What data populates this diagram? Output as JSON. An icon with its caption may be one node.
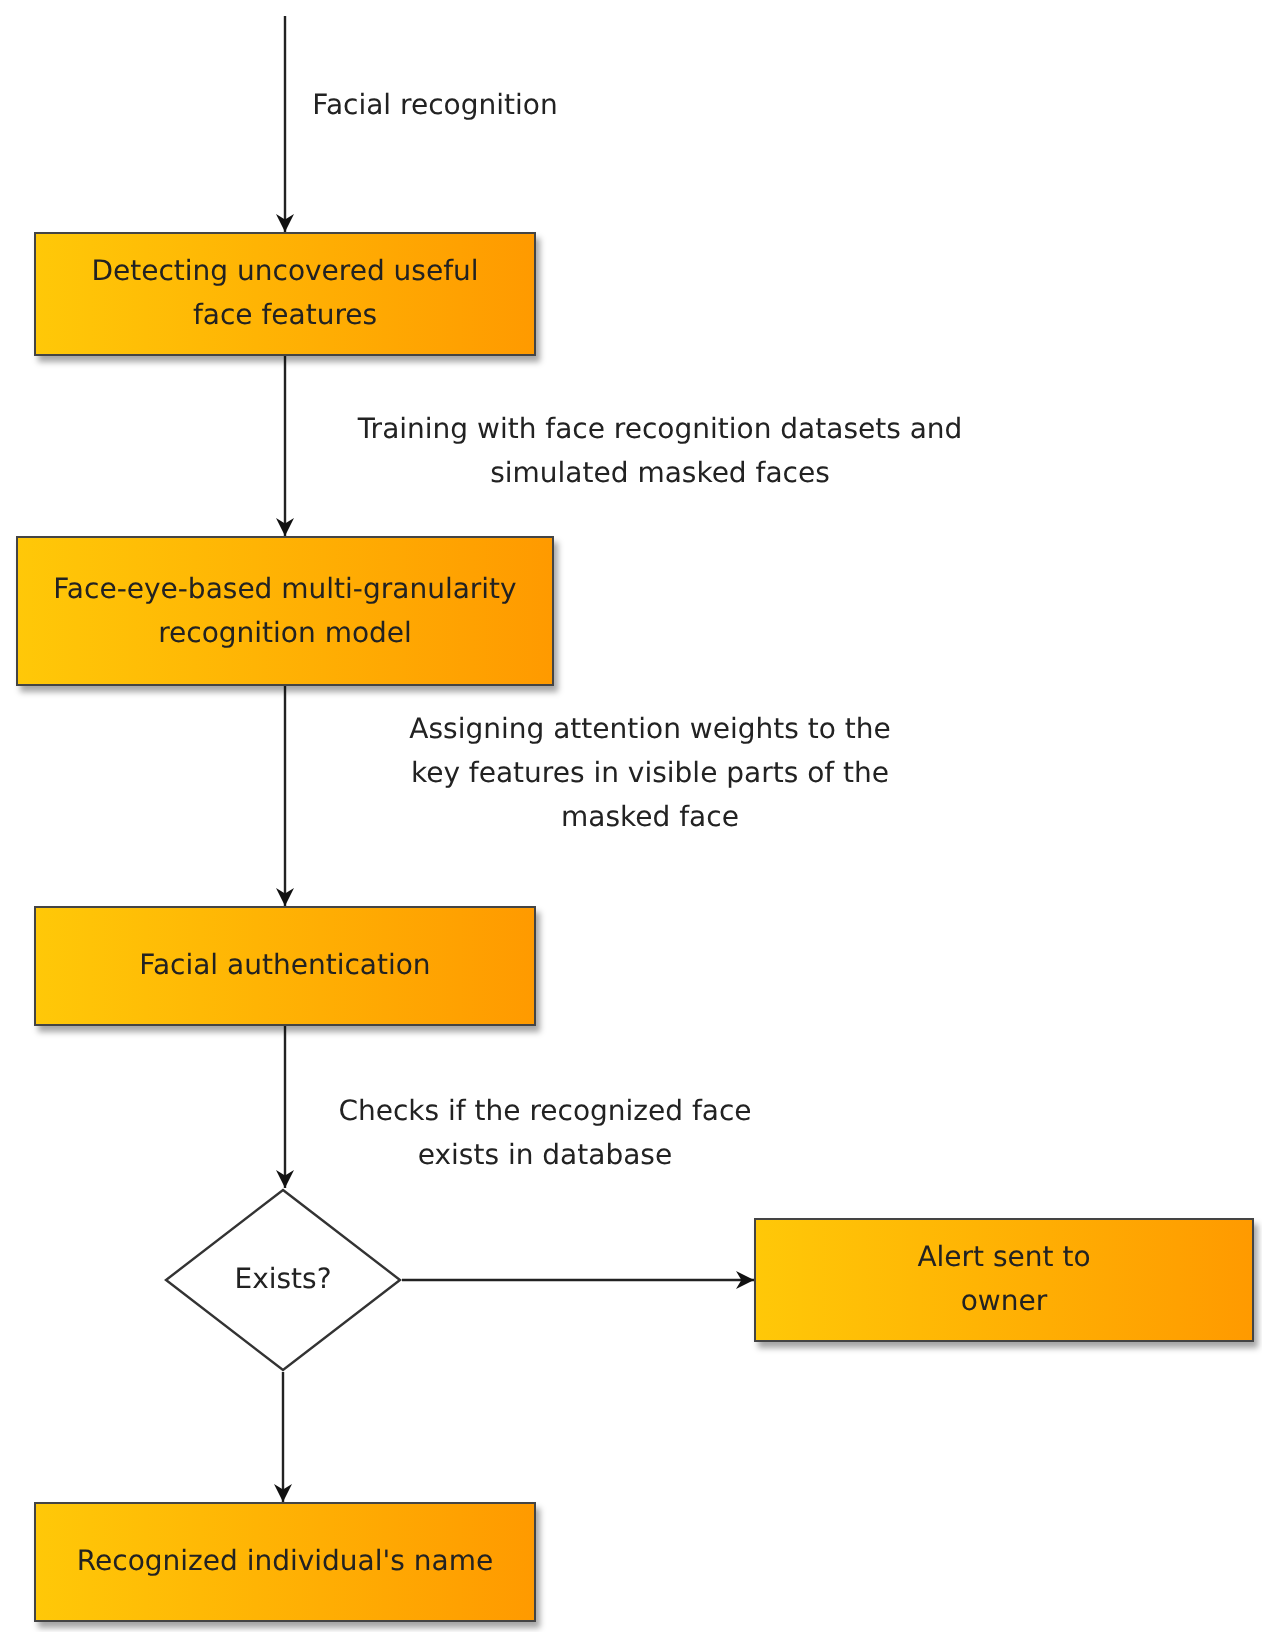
{
  "diagram": {
    "nodes": [
      {
        "text": [
          "Detecting uncovered useful face features"
        ]
      },
      {
        "text": [
          "Face-eye-based multi-granularity recognition model"
        ]
      },
      {
        "text": [
          "Facial authentication"
        ]
      },
      {
        "text": [
          "Exists?"
        ]
      },
      {
        "text": [
          "Alert sent to owner"
        ]
      },
      {
        "text": [
          "Recognized individual's name"
        ]
      }
    ],
    "edges": [
      {
        "from": null,
        "to": 0,
        "arrow": "to",
        "label": "Facial recognition"
      },
      {
        "from": 0,
        "to": 1,
        "arrow": "to",
        "label": "Training with face recognition datasets and simulated masked faces"
      },
      {
        "from": 1,
        "to": 2,
        "arrow": "to",
        "label": "Assigning attention weights to the key features in visible parts of the masked face"
      },
      {
        "from": 2,
        "to": 3,
        "arrow": "to",
        "label": "Checks if the recognized face exists in database"
      },
      {
        "from": 3,
        "to": 4,
        "arrow": "to"
      },
      {
        "from": 3,
        "to": 5,
        "arrow": "to"
      }
    ]
  }
}
